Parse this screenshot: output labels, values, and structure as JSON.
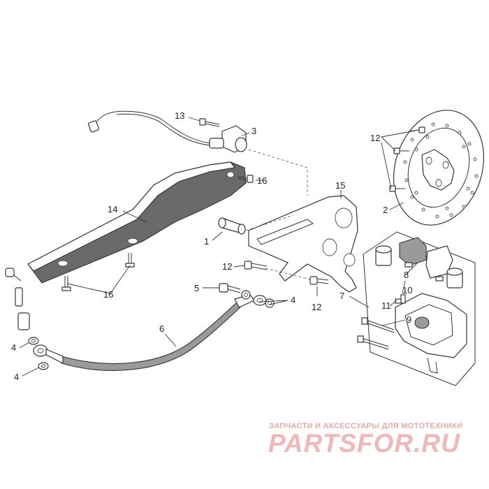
{
  "callouts": [
    {
      "id": "1",
      "text": "1"
    },
    {
      "id": "2",
      "text": "2"
    },
    {
      "id": "3",
      "text": "3"
    },
    {
      "id": "4a",
      "text": "4"
    },
    {
      "id": "4b",
      "text": "4"
    },
    {
      "id": "4c",
      "text": "4"
    },
    {
      "id": "5",
      "text": "5"
    },
    {
      "id": "6",
      "text": "6"
    },
    {
      "id": "7",
      "text": "7"
    },
    {
      "id": "8",
      "text": "8"
    },
    {
      "id": "9",
      "text": "9"
    },
    {
      "id": "10",
      "text": "10"
    },
    {
      "id": "11",
      "text": "11"
    },
    {
      "id": "12a",
      "text": "12"
    },
    {
      "id": "12b",
      "text": "12"
    },
    {
      "id": "12c",
      "text": "12"
    },
    {
      "id": "13",
      "text": "13"
    },
    {
      "id": "14",
      "text": "14"
    },
    {
      "id": "15",
      "text": "15"
    },
    {
      "id": "16a",
      "text": "16"
    },
    {
      "id": "16b",
      "text": "16"
    }
  ],
  "watermark": {
    "tagline": "ЗАПЧАСТИ И АКСЕССУАРЫ ДЛЯ МОТОТЕХНИКИ",
    "brand": "PARTSFOR.RU"
  }
}
